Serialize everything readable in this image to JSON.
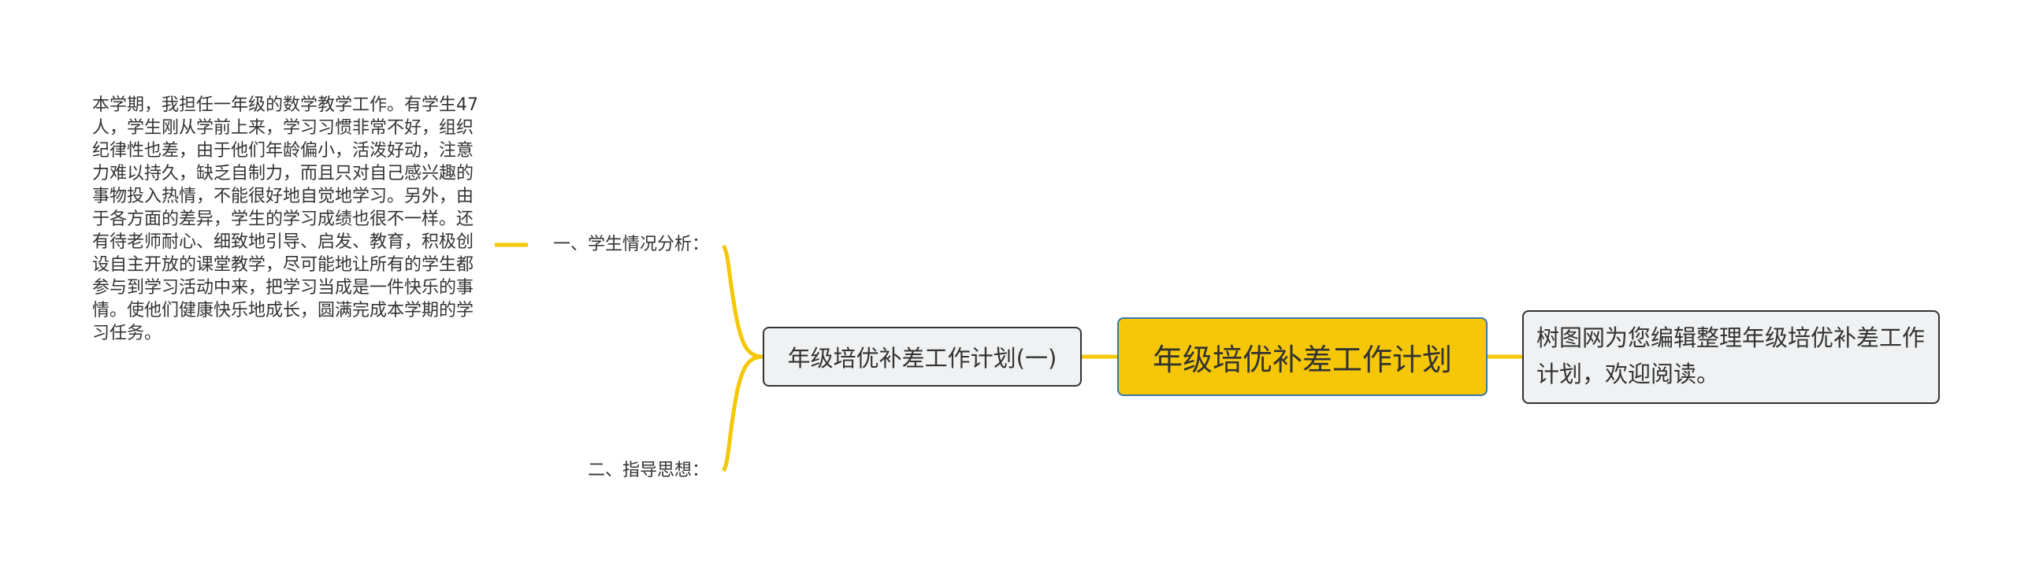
{
  "mindmap": {
    "root": {
      "label": "年级培优补差工作计划"
    },
    "intro": {
      "text": "树图网为您编辑整理年级培优补差工作计划，欢迎阅读。"
    },
    "branch": {
      "label": "年级培优补差工作计划(一)",
      "children": [
        {
          "label": "一、学生情况分析：",
          "detail": "本学期，我担任一年级的数学教学工作。有学生47人，学生刚从学前上来，学习习惯非常不好，组织纪律性也差，由于他们年龄偏小，活泼好动，注意力难以持久，缺乏自制力，而且只对自己感兴趣的事物投入热情，不能很好地自觉地学习。另外，由于各方面的差异，学生的学习成绩也很不一样。还有待老师耐心、细致地引导、启发、教育，积极创设自主开放的课堂教学，尽可能地让所有的学生都参与到学习活动中来，把学习当成是一件快乐的事情。使他们健康快乐地成长，圆满完成本学期的学习任务。"
        },
        {
          "label": "二、指导思想："
        }
      ]
    },
    "colors": {
      "connector": "#f5c707",
      "root_fill": "#f5c707",
      "root_border": "#3a78a8",
      "node_fill": "#eff1f3",
      "node_border": "#333333",
      "text": "#333333"
    }
  }
}
